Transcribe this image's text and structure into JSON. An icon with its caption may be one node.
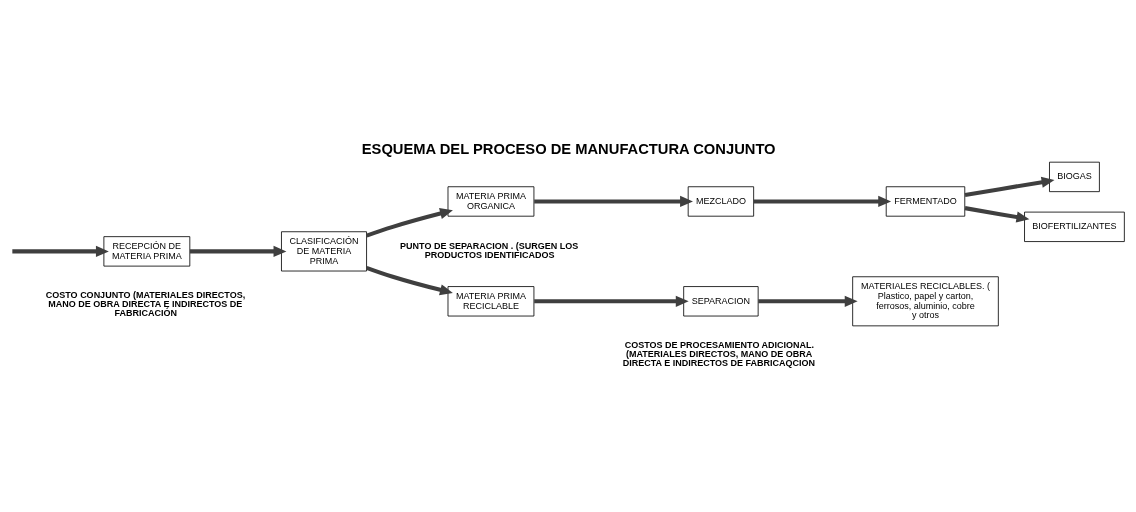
{
  "diagram": {
    "title": "ESQUEMA DEL PROCESO DE MANUFACTURA CONJUNTO",
    "nodes": [
      {
        "text": [
          "RECEPCIÓN DE MATERIA PRIMA"
        ]
      },
      {
        "text": [
          "CLASIFICACIÓN DE MATERIA PRIMA"
        ]
      },
      {
        "text": [
          "MATERIA PRIMA ORGANICA"
        ]
      },
      {
        "text": [
          "MEZCLADO"
        ]
      },
      {
        "text": [
          "FERMENTADO"
        ]
      },
      {
        "text": [
          "BIOGAS"
        ]
      },
      {
        "text": [
          "BIOFERTILIZANTES"
        ]
      },
      {
        "text": [
          "MATERIA PRIMA RECICLABLE"
        ]
      },
      {
        "text": [
          "SEPARACION"
        ]
      },
      {
        "text": [
          "MATERIALES RECICLABLES. ( Plastico, papel y carton, ferrosos, aluminio, cobre y otros"
        ]
      }
    ],
    "edges": [
      {
        "from": null,
        "to": 0,
        "arrow": "to"
      },
      {
        "from": 0,
        "to": 1,
        "arrow": "to"
      },
      {
        "from": 1,
        "to": 2,
        "arrow": "to"
      },
      {
        "from": 1,
        "to": 7,
        "arrow": "to"
      },
      {
        "from": 2,
        "to": 3,
        "arrow": "to"
      },
      {
        "from": 3,
        "to": 4,
        "arrow": "to"
      },
      {
        "from": 4,
        "to": 5,
        "arrow": "to"
      },
      {
        "from": 4,
        "to": 6,
        "arrow": "to"
      },
      {
        "from": 7,
        "to": 8,
        "arrow": "to"
      },
      {
        "from": 8,
        "to": 9,
        "arrow": "to"
      }
    ],
    "labels": [
      "COSTO CONJUNTO (MATERIALES DIRECTOS, MANO DE OBRA DIRECTA E INDIRECTOS DE FABRICACIÓN",
      "PUNTO DE SEPARACION . (SURGEN LOS PRODUCTOS IDENTIFICADOS",
      "COSTOS DE PROCESAMIENTO ADICIONAL. (MATERIALES DIRECTOS, MANO DE OBRA DIRECTA E INDIRECTOS DE FABRICAQCION"
    ]
  }
}
